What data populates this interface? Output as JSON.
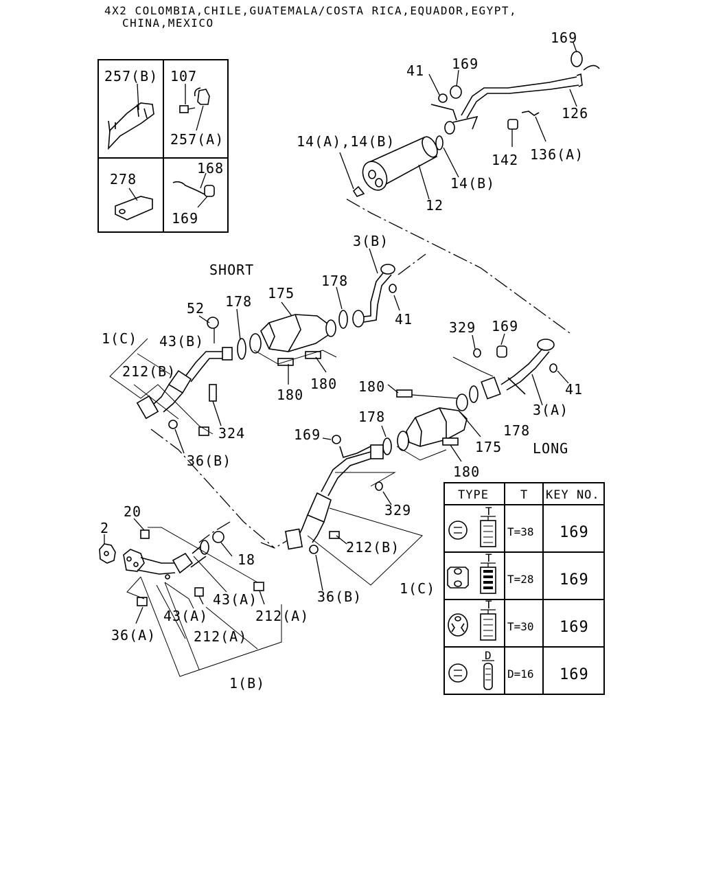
{
  "header": {
    "line1": "4X2 COLOMBIA,CHILE,GUATEMALA/COSTA RICA,EQUADOR,EGYPT,",
    "line2": "CHINA,MEXICO"
  },
  "variants": {
    "short": "SHORT",
    "long": "LONG"
  },
  "inset": {
    "a": "257(B)",
    "b1": "107",
    "b2": "257(A)",
    "c": "278",
    "d1": "168",
    "d2": "169"
  },
  "callouts": {
    "c169_top": "169",
    "c41_top": "41",
    "c169_top2": "169",
    "c126": "126",
    "c14ab": "14(A),14(B)",
    "c142": "142",
    "c136a": "136(A)",
    "c14b": "14(B)",
    "c12": "12",
    "c3b": "3(B)",
    "c178_s1": "178",
    "c41_mid": "41",
    "c175_s": "175",
    "c52": "52",
    "c178_s2": "178",
    "c1c_up": "1(C)",
    "c43b": "43(B)",
    "c212b_up": "212(B)",
    "c180_s1": "180",
    "c180_s2": "180",
    "c324": "324",
    "c36b_up": "36(B)",
    "c329_r": "329",
    "c169_r": "169",
    "c41_r": "41",
    "c180_l1": "180",
    "c3a": "3(A)",
    "c178_l2": "178",
    "c178_l1": "178",
    "c169_l": "169",
    "c175_l": "175",
    "c180_l2": "180",
    "c329_l": "329",
    "c212b_lo": "212(B)",
    "c36b_lo": "36(B)",
    "c1c_lo": "1(C)",
    "c20": "20",
    "c2": "2",
    "c18": "18",
    "c43a_r": "43(A)",
    "c212a_r": "212(A)",
    "c43a_l": "43(A)",
    "c36a": "36(A)",
    "c212a_l": "212(A)",
    "c1b": "1(B)"
  },
  "table": {
    "headers": [
      "TYPE",
      "T",
      "KEY NO."
    ],
    "rows": [
      {
        "dim": "T",
        "spec": "T=38",
        "key": "169"
      },
      {
        "dim": "T",
        "spec": "T=28",
        "key": "169"
      },
      {
        "dim": "T",
        "spec": "T=30",
        "key": "169"
      },
      {
        "dim": "D",
        "spec": "D=16",
        "key": "169"
      }
    ]
  }
}
